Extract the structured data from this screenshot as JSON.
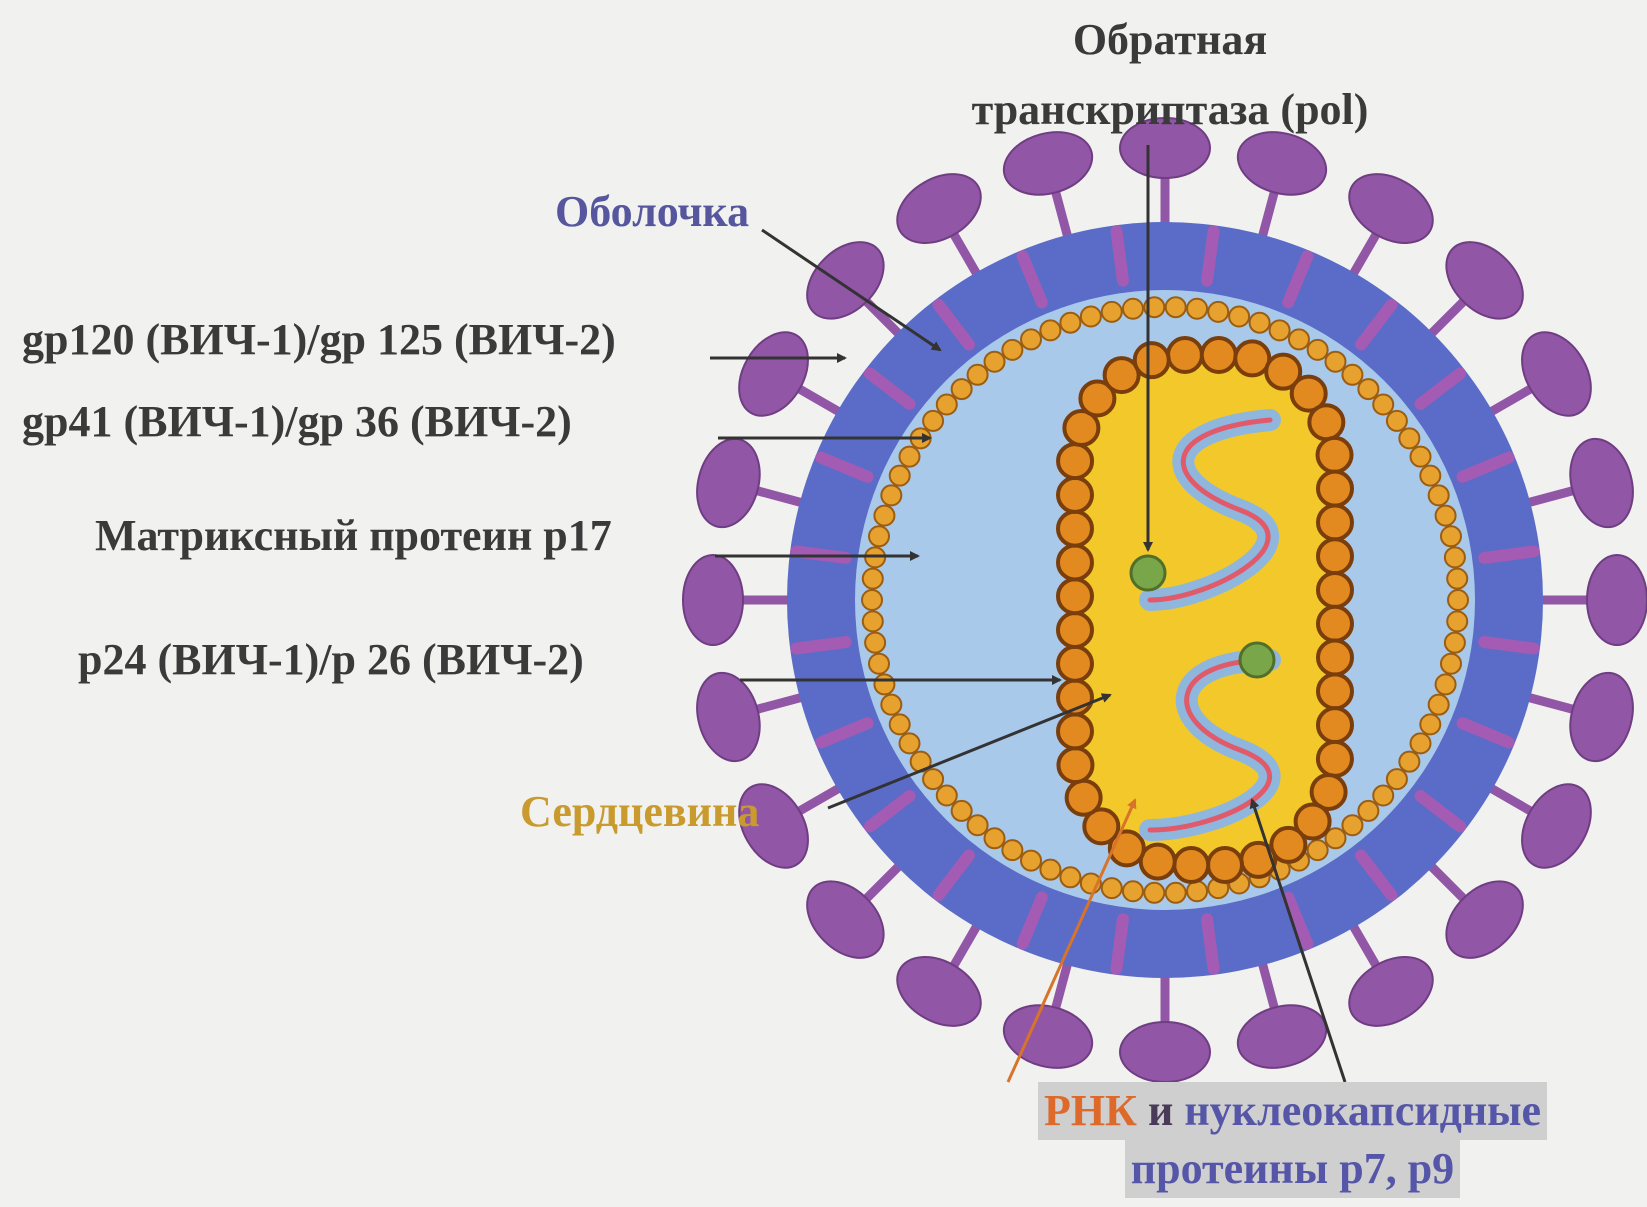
{
  "labels": {
    "reverse_transcriptase_line1": "Обратная",
    "reverse_transcriptase_line2": "транскриптаза (pol)",
    "envelope": "Оболочка",
    "gp120": "gp120 (ВИЧ-1)/gp 125 (ВИЧ-2)",
    "gp41": "gp41 (ВИЧ-1)/gp 36 (ВИЧ-2)",
    "matrix_protein": "Матриксный протеин p17",
    "p24": "p24 (ВИЧ-1)/p 26 (ВИЧ-2)",
    "core": "Сердцевина",
    "rna": "РНК",
    "conj": "и",
    "nucleocapsid_line1": "нуклеокапсидные",
    "nucleocapsid_line2": "протеины p7, p9"
  },
  "colors": {
    "background": "#f1f1ef",
    "envelope": "#5a6cc8",
    "matrix_space": "#a9c9ea",
    "matrix_beads": "#e7a12f",
    "core_fill": "#f2c82a",
    "capsid_beads": "#e28a1f",
    "glycoprotein": "#9256a6",
    "rna_blue": "#8fb7de",
    "rna_red": "#e05a6a",
    "enzyme": "#7aa64a",
    "arrow": "#333333"
  }
}
